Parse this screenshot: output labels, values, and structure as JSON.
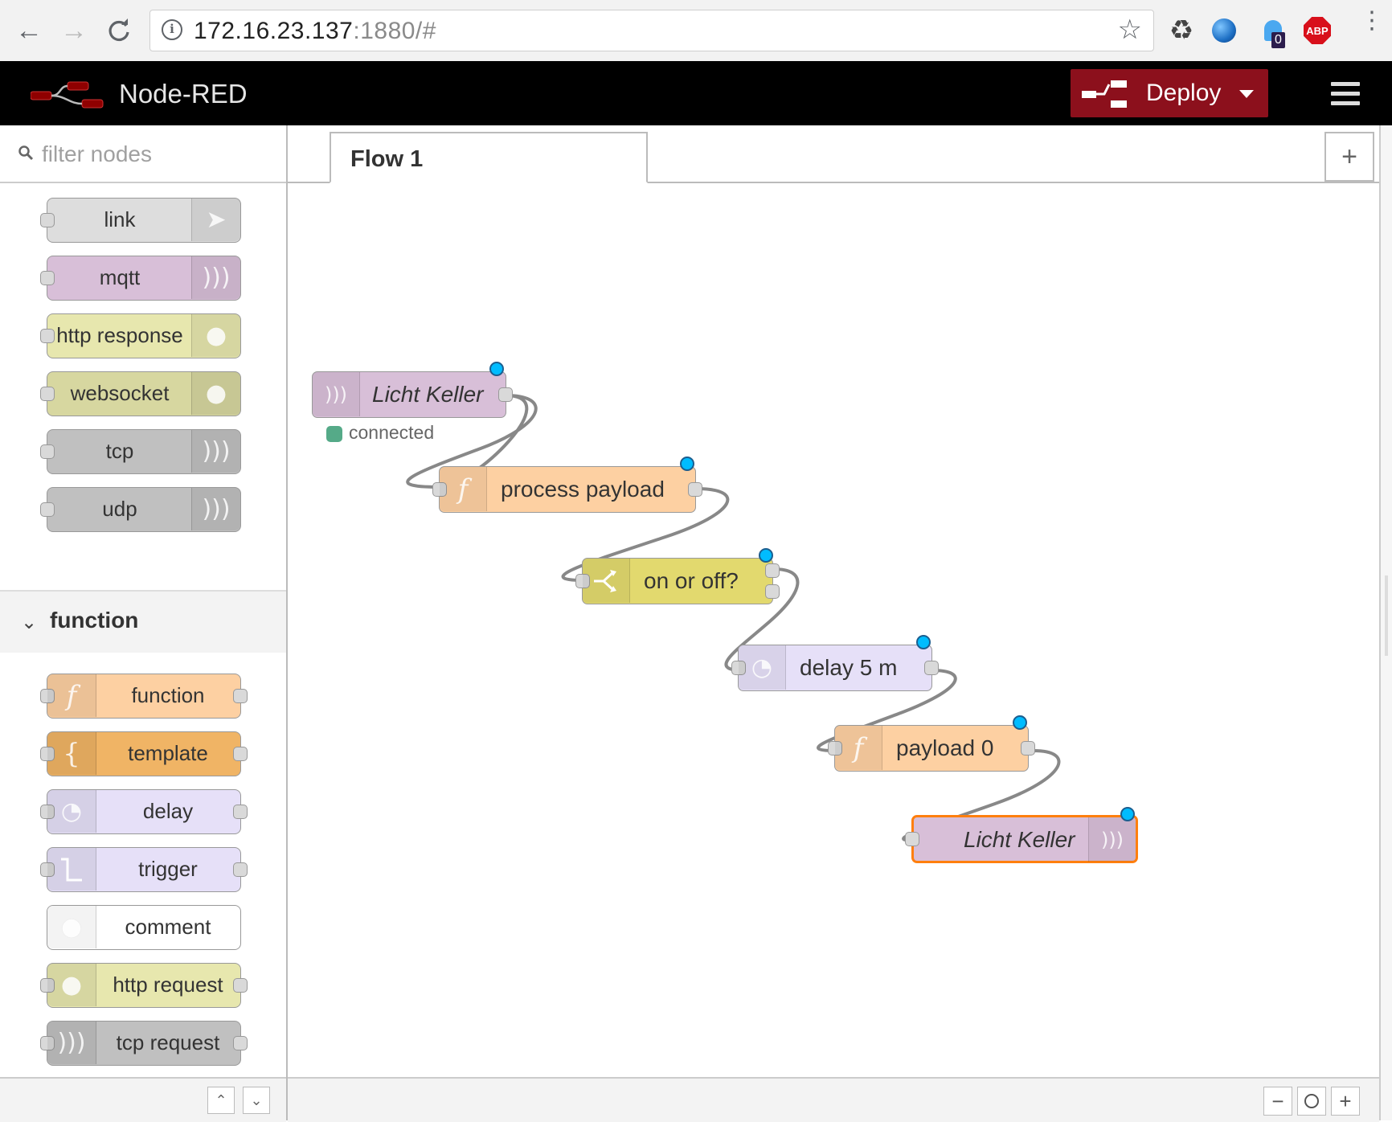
{
  "browser": {
    "url_host": "172.16.23.137",
    "url_rest": ":1880/#",
    "extension_badge": "0",
    "abp_label": "ABP"
  },
  "header": {
    "title": "Node-RED",
    "deploy_label": "Deploy"
  },
  "palette": {
    "search_placeholder": "filter nodes",
    "output_nodes": [
      {
        "label": "link",
        "color": "#dddddd",
        "icon": "link-out-icon"
      },
      {
        "label": "mqtt",
        "color": "#d8bfd8",
        "icon": "wifi-out-icon"
      },
      {
        "label": "http response",
        "color": "#e7e7ae",
        "icon": "globe-icon"
      },
      {
        "label": "websocket",
        "color": "#d7d7a0",
        "icon": "globe-icon"
      },
      {
        "label": "tcp",
        "color": "#c0c0c0",
        "icon": "bridge-out-icon"
      },
      {
        "label": "udp",
        "color": "#c0c0c0",
        "icon": "bridge-out-icon"
      }
    ],
    "section_title": "function",
    "function_nodes": [
      {
        "label": "function",
        "color": "#fdd0a2",
        "icon": "function-icon"
      },
      {
        "label": "template",
        "color": "#f0b465",
        "icon": "template-icon"
      },
      {
        "label": "delay",
        "color": "#e6e0f8",
        "icon": "timer-icon"
      },
      {
        "label": "trigger",
        "color": "#e6e0f8",
        "icon": "trigger-icon"
      },
      {
        "label": "comment",
        "color": "#ffffff",
        "icon": "comment-icon"
      },
      {
        "label": "http request",
        "color": "#e7e7ae",
        "icon": "globe-icon"
      },
      {
        "label": "tcp request",
        "color": "#c0c0c0",
        "icon": "bridge-icon"
      }
    ]
  },
  "workspace": {
    "tab_label": "Flow 1",
    "nodes": [
      {
        "label": "Licht Keller",
        "type": "mqtt in",
        "color": "#d8bfd8",
        "icon": "wifi-in-icon",
        "status": "connected",
        "status_color": "#55aa88"
      },
      {
        "label": "process payload",
        "type": "function",
        "color": "#fdd0a2",
        "icon": "function-icon"
      },
      {
        "label": "on or off?",
        "type": "switch",
        "color": "#e2d96e",
        "icon": "switch-icon"
      },
      {
        "label": "delay 5 m",
        "type": "delay",
        "color": "#e6e0f8",
        "icon": "timer-icon"
      },
      {
        "label": "payload 0",
        "type": "function",
        "color": "#fdd0a2",
        "icon": "function-icon"
      },
      {
        "label": "Licht Keller",
        "type": "mqtt out",
        "color": "#d8bfd8",
        "icon": "wifi-out-icon",
        "selected": true
      }
    ]
  },
  "colors": {
    "deploy_bg": "#8c101c",
    "header_bg": "#000000",
    "selection": "#ff7f0e",
    "changed_indicator": "#00bcff"
  }
}
